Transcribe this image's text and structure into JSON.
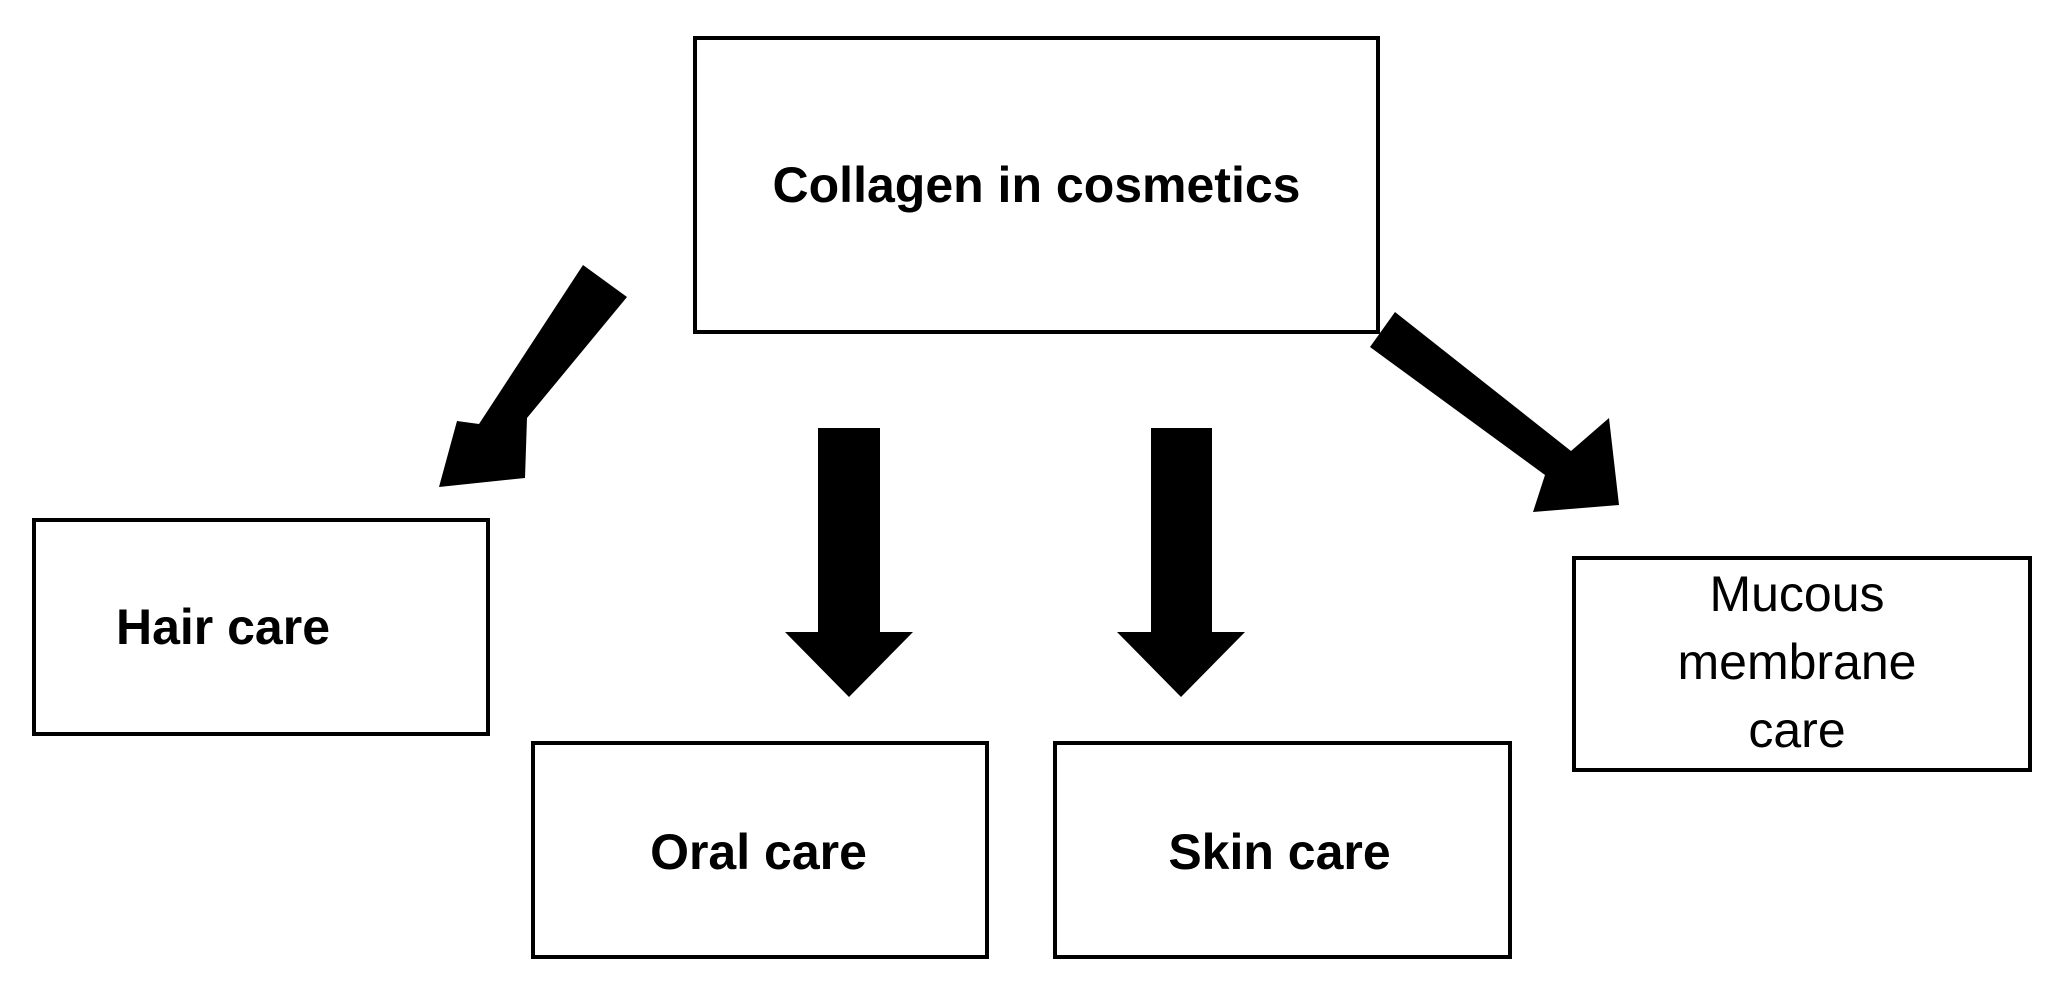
{
  "diagram": {
    "root": {
      "label": "Collagen in cosmetics"
    },
    "children": [
      {
        "id": "hair",
        "label": "Hair care"
      },
      {
        "id": "oral",
        "label": "Oral care"
      },
      {
        "id": "skin",
        "label": "Skin care"
      },
      {
        "id": "mucous",
        "label_lines": [
          "Mucous",
          "membrane",
          "care"
        ]
      }
    ],
    "colors": {
      "stroke": "#000000",
      "fill": "#ffffff",
      "arrow": "#000000"
    }
  }
}
